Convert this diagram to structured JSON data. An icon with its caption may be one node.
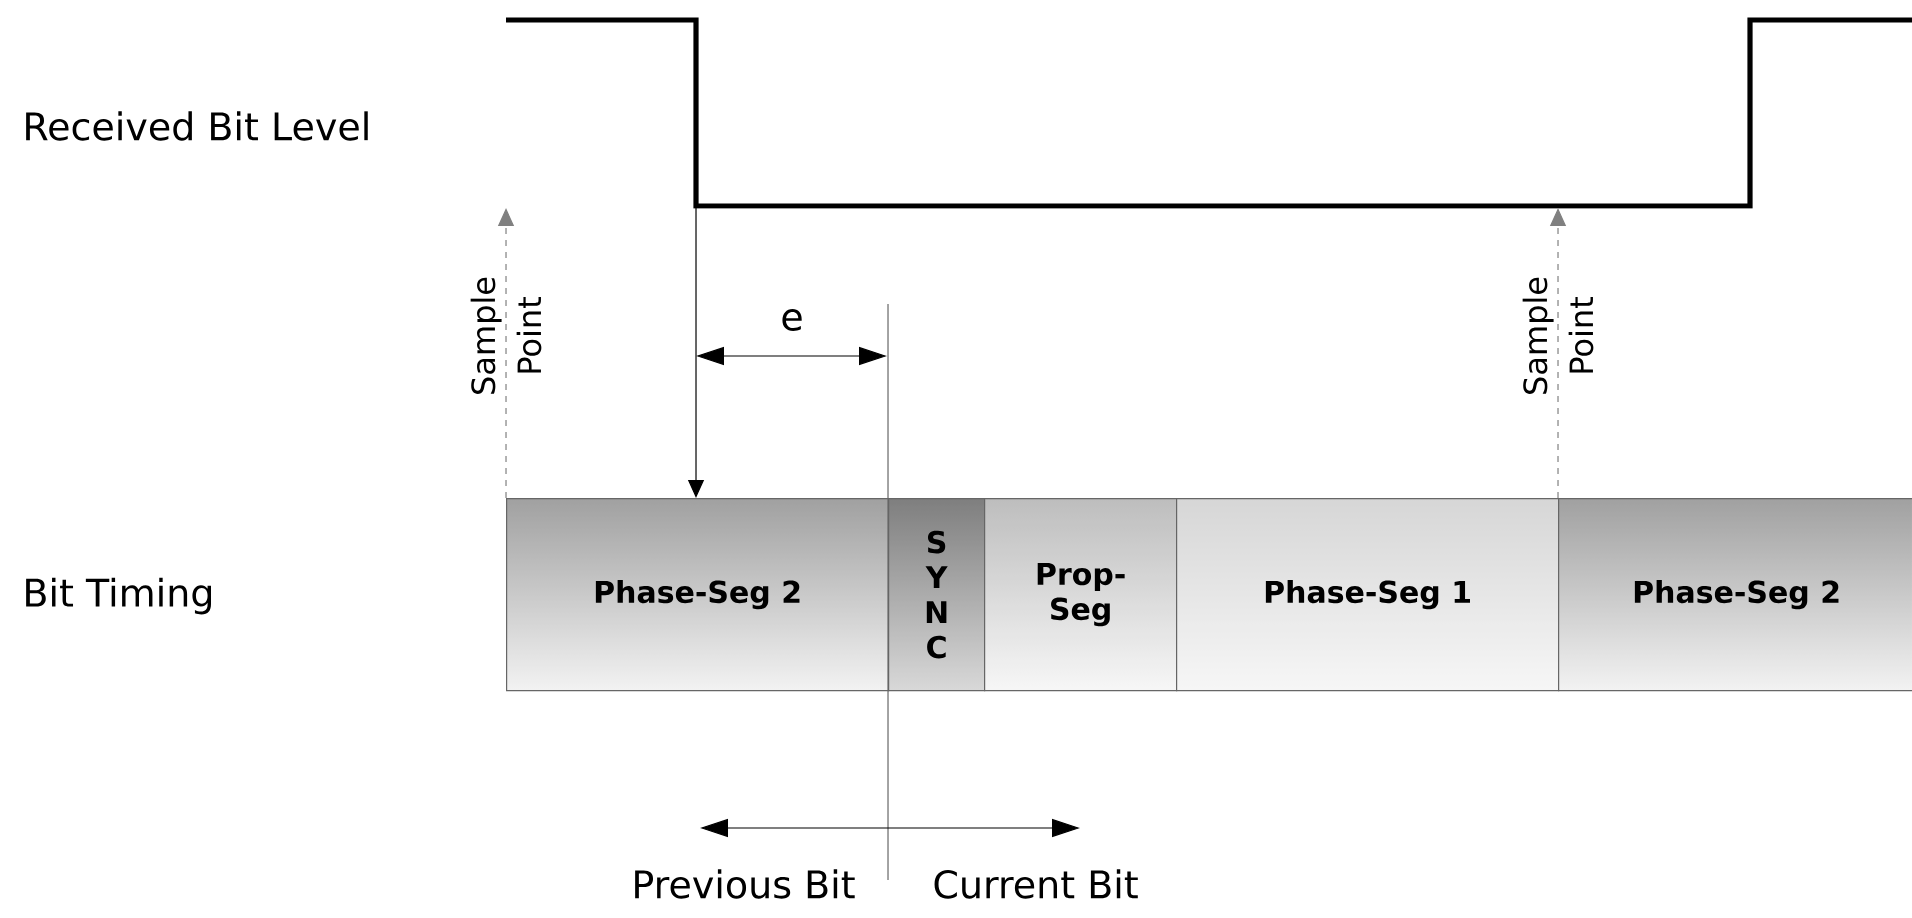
{
  "diagram": {
    "nodes": [
      {
        "text": [
          "Phase-Seg 2"
        ]
      },
      {
        "text": [
          "S Y N C"
        ]
      },
      {
        "text": [
          "Prop-Seg"
        ]
      },
      {
        "text": [
          "Phase-Seg 1"
        ]
      },
      {
        "text": [
          "Phase-Seg 2"
        ]
      }
    ],
    "edges": [
      {
        "from": null,
        "to": 0,
        "arrow": "to",
        "color": "#000000"
      },
      {
        "from": 0,
        "to": null,
        "arrow": "to",
        "style": "dashed",
        "color": "#808080"
      },
      {
        "from": 4,
        "to": null,
        "arrow": "to",
        "style": "dashed",
        "color": "#808080"
      }
    ],
    "labels": [
      "Received Bit Level",
      "Bit Timing",
      "Sample Point",
      "e",
      "Sample Point",
      "Previous Bit",
      "Current Bit"
    ]
  }
}
